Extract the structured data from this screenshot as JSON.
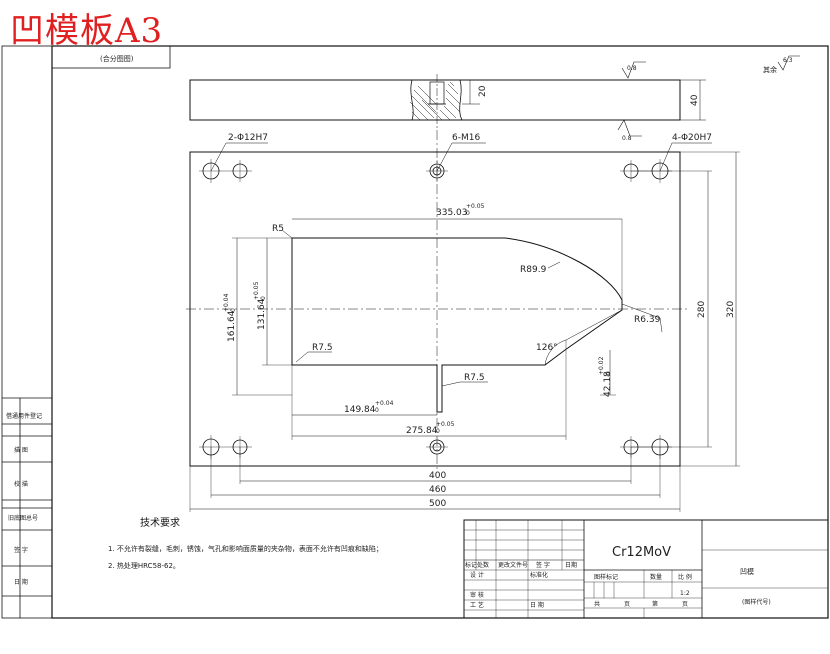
{
  "header": {
    "title": "凹模板A3",
    "drawing_no_box": "(合分图图)"
  },
  "side_table": {
    "rows": [
      "借通用件登记",
      "描  图",
      "校  描",
      "旧底图总号",
      "签  字",
      "日  期"
    ]
  },
  "top_view": {
    "thread_label": "6-M16",
    "dim_depth_20": "20",
    "dim_thickness_40": "40",
    "roughness_top": "0.8",
    "roughness_bottom": "0.8",
    "roughness_rest": "其余",
    "roughness_rest_value": "6.3"
  },
  "plan_view": {
    "hole_label_left": "2-Φ12H7",
    "hole_label_mid": "6-M16",
    "hole_label_right": "4-Φ20H7",
    "r5": "R5",
    "r89": "R89.9",
    "r639": "R6.39",
    "r75a": "R7.5",
    "r75b": "R7.5",
    "angle": "126°",
    "dim_335": "335.03",
    "dim_335_tol": "+0.05",
    "dim_335_tol0": "0",
    "dim_161": "161.64",
    "dim_161_tol": "+0.04",
    "dim_161_tol0": "0",
    "dim_131": "131.64",
    "dim_131_tol": "+0.05",
    "dim_131_tol0": "0",
    "dim_149": "149.84",
    "dim_149_tol": "+0.04",
    "dim_149_tol0": "0",
    "dim_275": "275.84",
    "dim_275_tol": "+0.05",
    "dim_275_tol0": "0",
    "dim_42": "42.18",
    "dim_42_tol": "+0.02",
    "dim_42_tol0": "0",
    "dim_280": "280",
    "dim_320": "320",
    "dim_400": "400",
    "dim_460": "460",
    "dim_500": "500"
  },
  "tech_req": {
    "title": "技术要求",
    "line1": "1. 不允许有裂缝，毛刺，锈蚀，气孔和影响面质量的夹杂物，表面不允许有凹痕和缺陷；",
    "line2": "2. 热处理HRC58-62。"
  },
  "title_block": {
    "material": "Cr12MoV",
    "part_name": "凹模",
    "part_code": "(图样代号)",
    "scale": "1:2",
    "lbl_mark": "标记处数",
    "lbl_change": "更改文件号",
    "lbl_sign": "签  字",
    "lbl_date": "日期",
    "lbl_design": "设 计",
    "lbl_std": "标准化",
    "lbl_check": "审 核",
    "lbl_process": "工 艺",
    "lbl_date2": "日 期",
    "lbl_stage": "图样标记",
    "lbl_weight": "数量",
    "lbl_scale": "比 例",
    "lbl_total": "共",
    "lbl_sheet_unit": "页",
    "lbl_page": "第",
    "lbl_page_unit": "页"
  }
}
